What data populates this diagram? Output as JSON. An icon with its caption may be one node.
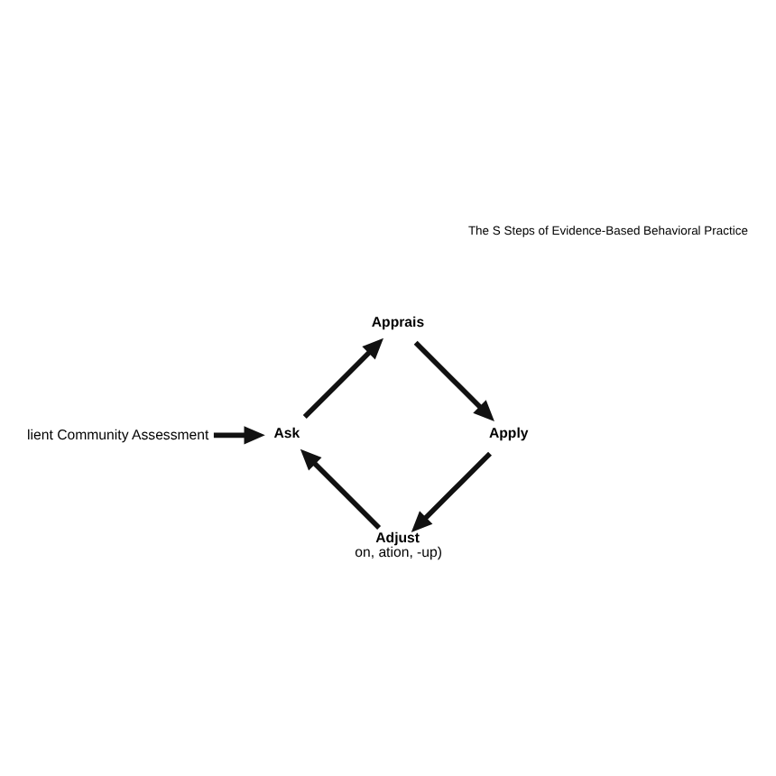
{
  "diagram": {
    "nodes": [
      {
        "text": [
          "lient Community Assessment"
        ]
      },
      {
        "text": [
          "Ask"
        ]
      },
      {
        "text": [
          "Apprais"
        ]
      },
      {
        "text": [
          "Apply"
        ]
      },
      {
        "text": [
          "Adjust",
          "on, ation, -up)"
        ]
      }
    ],
    "edges": [
      {
        "from": 0,
        "to": 1,
        "arrow": "to"
      },
      {
        "from": 1,
        "to": 2,
        "arrow": "to"
      },
      {
        "from": 2,
        "to": 3,
        "arrow": "to"
      },
      {
        "from": 3,
        "to": 4,
        "arrow": "to"
      },
      {
        "from": 4,
        "to": 1,
        "arrow": "to"
      }
    ],
    "labels": [
      "The S Steps of Evidence-Based Behavioral Practice"
    ]
  }
}
